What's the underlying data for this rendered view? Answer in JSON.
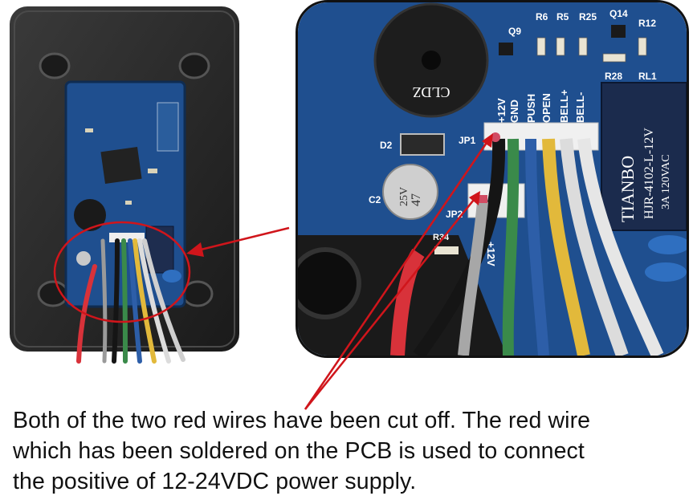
{
  "caption": {
    "line1": "Both of the two red wires have been cut off. The red wire",
    "line2": "which has been soldered on the PCB is used to connect",
    "line3": "the positive of 12-24VDC power supply."
  },
  "pcb_labels": {
    "plus12v": "+12V",
    "gnd": "GND",
    "push": "PUSH",
    "open": "OPEN",
    "bell_plus": "BELL+",
    "bell_minus": "BELL-",
    "jp1": "JP1",
    "jp2": "JP2",
    "d2": "D2",
    "c2": "C2",
    "r6": "R6",
    "r5": "R5",
    "r25": "R25",
    "q14": "Q14",
    "r12": "R12",
    "q9": "Q9",
    "r28": "R28",
    "rl1": "RL1",
    "r34": "R34",
    "plus12v_2": "+12V"
  },
  "relay": {
    "brand": "TIANBO",
    "model": "HJR-4102-L-12V",
    "rating": "3A 120VAC"
  },
  "capacitor": {
    "value": "47",
    "voltage": "25V"
  },
  "buzzer_text": "CLDZ",
  "colors": {
    "pcb": "#1f4f8f",
    "housing": "#2a2a2a",
    "annotation": "#d0151b",
    "wire_red": "#d8323a",
    "wire_yellow": "#e2b93b",
    "wire_blue": "#2d5ea8",
    "wire_green": "#3a8a4a",
    "wire_white": "#dcdcdc",
    "wire_black": "#151515"
  }
}
